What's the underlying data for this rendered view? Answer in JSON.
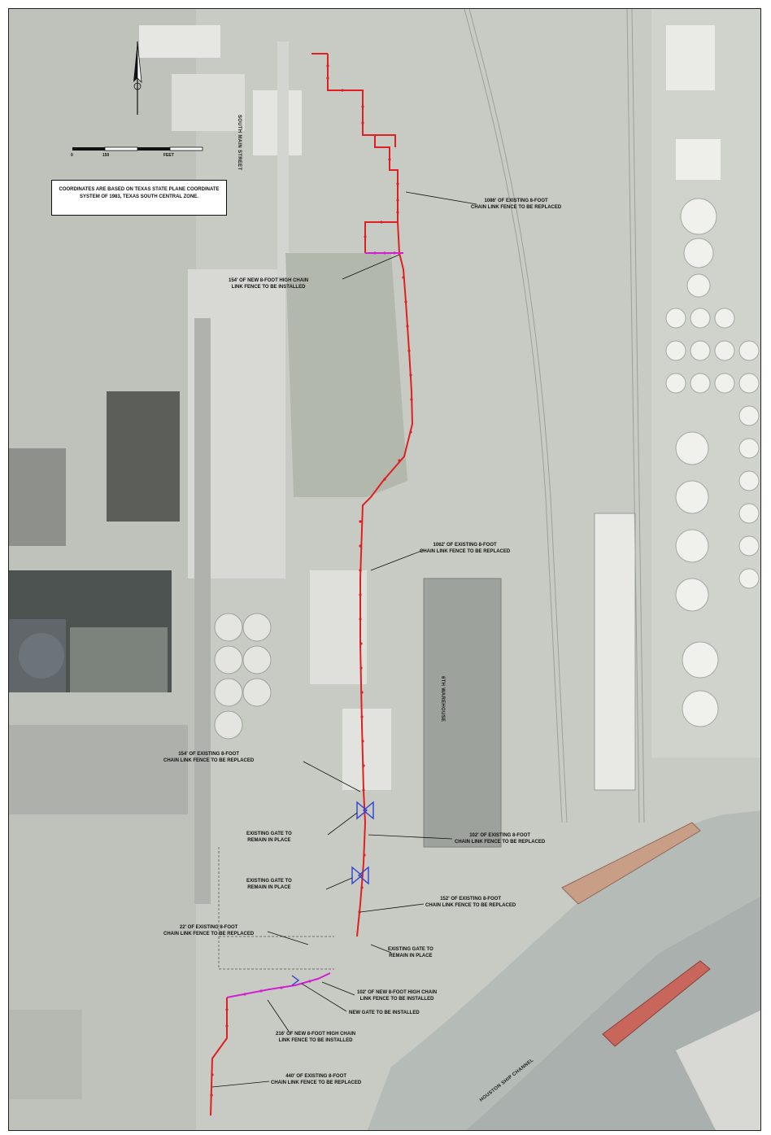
{
  "note": {
    "lines": [
      "COORDINATES ARE BASED ON TEXAS STATE",
      "PLANE COORDINATE SYSTEM OF 1983, TEXAS",
      "SOUTH CENTRAL ZONE."
    ]
  },
  "scale": {
    "zero": "0",
    "mid": "150",
    "unit": "FEET"
  },
  "streets": {
    "main": "SOUTH MAIN STREET",
    "warehouse": "6TH WAREHOUSE",
    "channel": "HOUSTON SHIP CHANNEL"
  },
  "callouts": [
    {
      "id": "c1",
      "lines": [
        "1086' OF EXISTING 8-FOOT",
        "CHAIN LINK FENCE TO BE REPLACED"
      ]
    },
    {
      "id": "c2",
      "lines": [
        "154' OF NEW 8-FOOT HIGH CHAIN",
        "LINK FENCE TO BE INSTALLED"
      ]
    },
    {
      "id": "c3",
      "lines": [
        "1062' OF EXISTING 8-FOOT",
        "CHAIN LINK FENCE TO BE REPLACED"
      ]
    },
    {
      "id": "c4",
      "lines": [
        "154' OF EXISTING 8-FOOT",
        "CHAIN LINK FENCE TO BE REPLACED"
      ]
    },
    {
      "id": "c5",
      "lines": [
        "EXISTING GATE TO",
        "REMAIN IN PLACE"
      ]
    },
    {
      "id": "c6",
      "lines": [
        "102' OF EXISTING 8-FOOT",
        "CHAIN LINK FENCE TO BE REPLACED"
      ]
    },
    {
      "id": "c7",
      "lines": [
        "EXISTING GATE TO",
        "REMAIN IN PLACE"
      ]
    },
    {
      "id": "c8",
      "lines": [
        "152' OF EXISTING 8-FOOT",
        "CHAIN LINK FENCE TO BE REPLACED"
      ]
    },
    {
      "id": "c9",
      "lines": [
        "22' OF EXISTING 8-FOOT",
        "CHAIN LINK FENCE TO BE REPLACED"
      ]
    },
    {
      "id": "c10",
      "lines": [
        "EXISTING GATE TO",
        "REMAIN IN PLACE"
      ]
    },
    {
      "id": "c11",
      "lines": [
        "102' OF NEW 8-FOOT HIGH CHAIN",
        "LINK FENCE TO BE INSTALLED"
      ]
    },
    {
      "id": "c12",
      "lines": [
        "NEW GATE TO BE INSTALLED"
      ]
    },
    {
      "id": "c13",
      "lines": [
        "216' OF NEW 8-FOOT HIGH CHAIN",
        "LINK FENCE TO BE INSTALLED"
      ]
    },
    {
      "id": "c14",
      "lines": [
        "440' OF EXISTING 8-FOOT",
        "CHAIN LINK FENCE TO BE REPLACED"
      ]
    }
  ],
  "colors": {
    "existing_fence": "#e02020",
    "new_fence": "#d020d0",
    "gate": "#3040d0"
  }
}
